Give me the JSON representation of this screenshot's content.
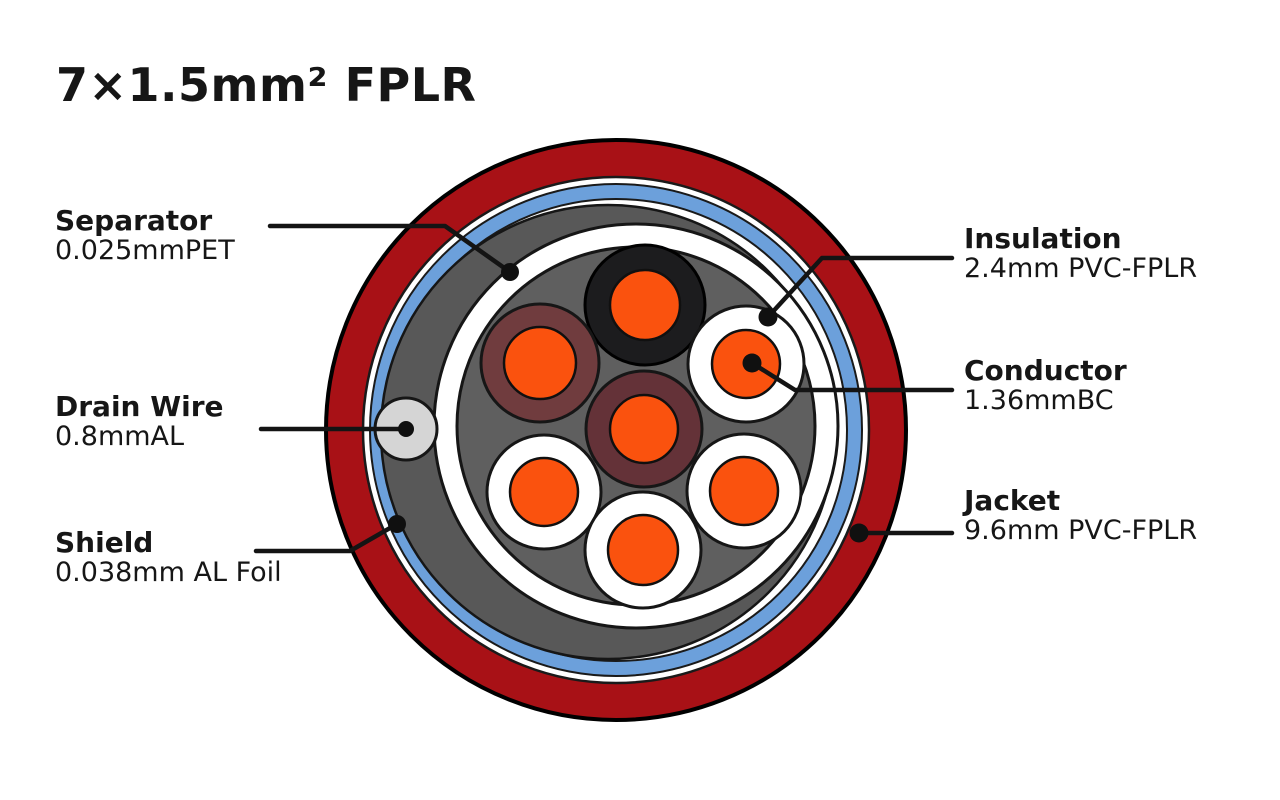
{
  "title": "7×1.5mm² FPLR",
  "diagram": {
    "type": "cable-cross-section",
    "labels": {
      "separator": {
        "name": "Separator",
        "value": "0.025mmPET"
      },
      "drain_wire": {
        "name": "Drain Wire",
        "value": "0.8mmAL"
      },
      "shield": {
        "name": "Shield",
        "value": "0.038mm AL Foil"
      },
      "insulation": {
        "name": "Insulation",
        "value": "2.4mm PVC-FPLR"
      },
      "conductor": {
        "name": "Conductor",
        "value": "1.36mmBC"
      },
      "jacket": {
        "name": "Jacket",
        "value": "9.6mm PVC-FPLR"
      }
    },
    "colors": {
      "jacket_red": "#a81116",
      "shield_blue": "#6ca0db",
      "filler_gray": "#585858",
      "inner_gray": "#5f5f5f",
      "separator_white": "#ffffff",
      "drain_gray": "#d5d5d5",
      "core_orange": "#fa520e",
      "leader_black": "#141414",
      "ring_white": "#ffffff"
    },
    "conductors": [
      {
        "id": "conductor-black",
        "insulation": "black",
        "insulation_color": "#1c1c1e"
      },
      {
        "id": "conductor-maroon-left",
        "insulation": "maroon",
        "insulation_color": "#703c3e"
      },
      {
        "id": "conductor-maroon-center",
        "insulation": "dark-maroon",
        "insulation_color": "#643238"
      },
      {
        "id": "conductor-white-right",
        "insulation": "white",
        "insulation_color": "#ffffff"
      },
      {
        "id": "conductor-white-lower-left",
        "insulation": "white",
        "insulation_color": "#ffffff"
      },
      {
        "id": "conductor-white-bottom",
        "insulation": "white",
        "insulation_color": "#ffffff"
      },
      {
        "id": "conductor-white-lower-right",
        "insulation": "white",
        "insulation_color": "#ffffff"
      }
    ],
    "conductor_count": 7
  }
}
